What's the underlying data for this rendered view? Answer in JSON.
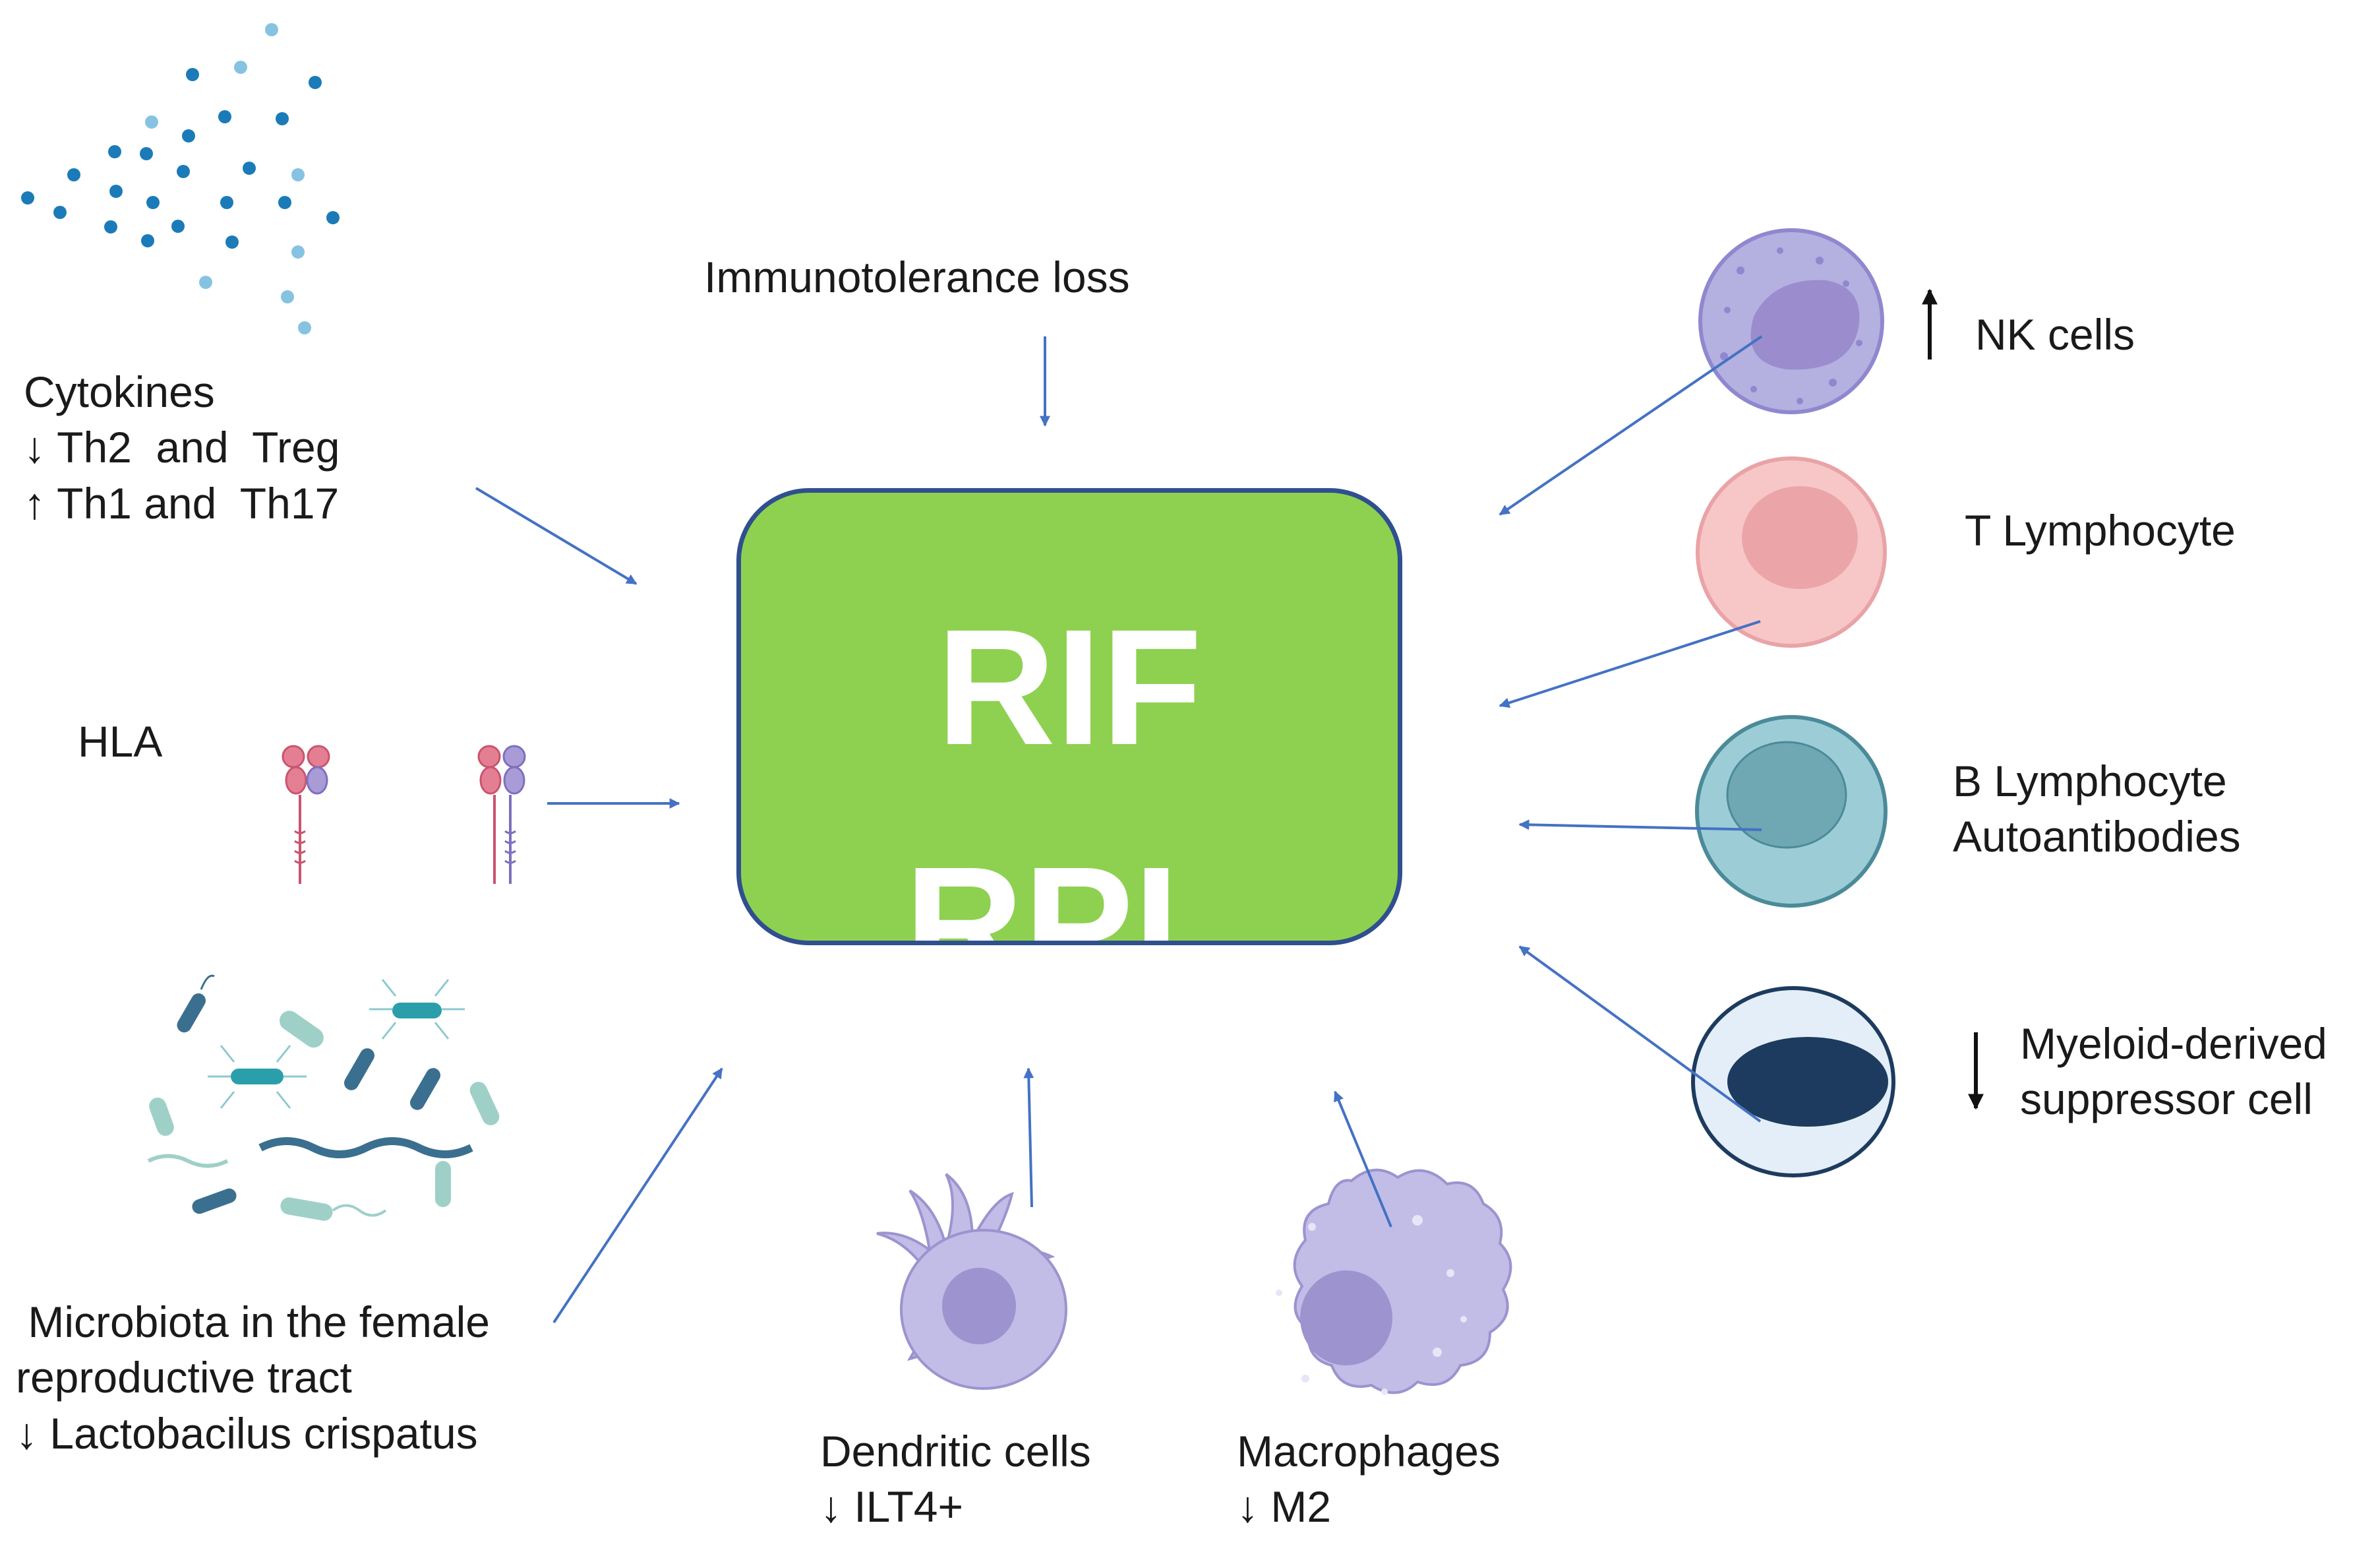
{
  "center": {
    "title": "RIF",
    "subtitle": "RPL"
  },
  "top": {
    "label": "Immunotolerance loss"
  },
  "cytokines": {
    "title": "Cytokines",
    "line1": "↓ Th2  and  Treg",
    "line2": "↑ Th1 and  Th17"
  },
  "hla": {
    "label": "HLA"
  },
  "microbiota": {
    "line1": " Microbiota in the female",
    "line2": "reproductive tract",
    "line3": "↓ Lactobacilus crispatus"
  },
  "dendritic": {
    "line1": "Dendritic cells",
    "line2": "↓ ILT4+"
  },
  "macrophages": {
    "line1": "Macrophages",
    "line2": "↓ M2"
  },
  "nk": {
    "label": "NK cells",
    "trend": "up"
  },
  "tlymph": {
    "label": "T Lymphocyte"
  },
  "blymph": {
    "line1": "B Lymphocyte",
    "line2": "Autoantibodies"
  },
  "mdsc": {
    "line1": "Myeloid-derived",
    "line2": "suppressor cell",
    "trend": "down"
  },
  "colors": {
    "arrow": "#4472c4",
    "box_fill": "#8ed151",
    "box_border": "#2f4f8f",
    "nk_fill": "#b4b0e0",
    "nk_nucleus": "#9a8ccd",
    "t_fill": "#f7c7c8",
    "t_nucleus": "#eba5a8",
    "b_fill": "#9ccdd6",
    "b_nucleus": "#6fa7b3",
    "mdsc_fill": "#e3eef8",
    "mdsc_nucleus": "#1d3b5e",
    "dc_fill": "#c1bde7",
    "dc_nucleus": "#9d93cf",
    "cytokine_dark": "#1b7bb8",
    "cytokine_light": "#86c3e3",
    "hla_pink": "#e47f93",
    "hla_purple": "#a89bd6"
  },
  "icons": [
    "cytokine-dots-icon",
    "hla-molecule-icon",
    "bacteria-icon",
    "nk-cell-icon",
    "t-cell-icon",
    "b-cell-icon",
    "mdsc-cell-icon",
    "dendritic-cell-icon",
    "macrophage-icon",
    "up-arrow-icon",
    "down-arrow-icon"
  ]
}
